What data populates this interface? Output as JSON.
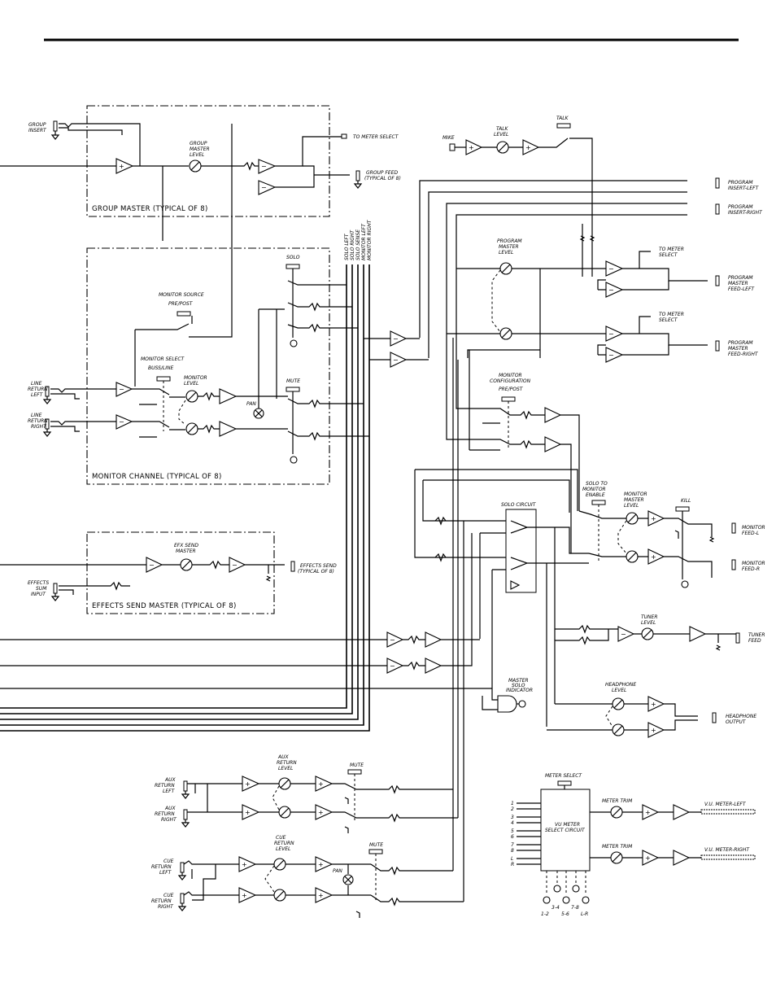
{
  "sections": {
    "group_master": "GROUP MASTER (TYPICAL OF 8)",
    "monitor_channel": "MONITOR CHANNEL (TYPICAL OF 8)",
    "effects_send_master": "EFFECTS SEND MASTER (TYPICAL OF 8)"
  },
  "labels": {
    "group_insert": [
      "GROUP",
      "INSERT"
    ],
    "group_master_level": [
      "GROUP",
      "MASTER",
      "LEVEL"
    ],
    "to_meter_select": "TO METER SELECT",
    "group_feed": [
      "GROUP FEED",
      "(TYPICAL OF 8)"
    ],
    "mike": "MIKE",
    "talk_level": [
      "TALK",
      "LEVEL"
    ],
    "talk": "TALK",
    "program_insert_left": [
      "PROGRAM",
      "INSERT-LEFT"
    ],
    "program_insert_right": [
      "PROGRAM",
      "INSERT-RIGHT"
    ],
    "bus_names": [
      "SOLO LEFT",
      "SOLO RIGHT",
      "SOLO SENSE",
      "MONITOR LEFT",
      "MONITOR RIGHT"
    ],
    "program_master_level": [
      "PROGRAM",
      "MASTER",
      "LEVEL"
    ],
    "to_meter_select_1": [
      "TO METER",
      "SELECT"
    ],
    "to_meter_select_2": [
      "TO METER",
      "SELECT"
    ],
    "program_master_feed_left": [
      "PROGRAM",
      "MASTER",
      "FEED-LEFT"
    ],
    "program_master_feed_right": [
      "PROGRAM",
      "MASTER",
      "FEED-RIGHT"
    ],
    "solo": "SOLO",
    "monitor_source": "MONITOR SOURCE",
    "pre_post": "PRE/POST",
    "monitor_select": "MONITOR SELECT",
    "buss_line": "BUSS/LINE",
    "monitor_level": [
      "MONITOR",
      "LEVEL"
    ],
    "line_return_left": [
      "LINE",
      "RETURN",
      "LEFT"
    ],
    "line_return_right": [
      "LINE",
      "RETURN",
      "RIGHT"
    ],
    "pan": "PAN",
    "mute": "MUTE",
    "monitor_configuration": [
      "MONITOR",
      "CONFIGURATION"
    ],
    "pre_post_2": "PRE/POST",
    "solo_to_monitor_enable": [
      "SOLO TO",
      "MONITOR",
      "ENABLE"
    ],
    "monitor_master_level": [
      "MONITOR",
      "MASTER",
      "LEVEL"
    ],
    "kill": "KILL",
    "solo_circuit": "SOLO CIRCUIT",
    "monitor_feed_l": [
      "MONITOR",
      "FEED-L"
    ],
    "monitor_feed_r": [
      "MONITOR",
      "FEED-R"
    ],
    "efx_send_master": [
      "EFX SEND",
      "MASTER"
    ],
    "effects_send": [
      "EFFECTS SEND",
      "(TYPICAL OF 8)"
    ],
    "effects_sum_input": [
      "EFFECTS",
      "SUM",
      "INPUT"
    ],
    "tuner_level": [
      "TUNER",
      "LEVEL"
    ],
    "tuner_feed": [
      "TUNER",
      "FEED"
    ],
    "master_solo_indicator": [
      "MASTER",
      "SOLO",
      "INDICATOR"
    ],
    "headphone_level": [
      "HEADPHONE",
      "LEVEL"
    ],
    "headphone_output": [
      "HEADPHONE",
      "OUTPUT"
    ],
    "aux_return_level": [
      "AUX",
      "RETURN",
      "LEVEL"
    ],
    "mute_aux": "MUTE",
    "aux_return_left": [
      "AUX",
      "RETURN",
      "LEFT"
    ],
    "aux_return_right": [
      "AUX",
      "RETURN",
      "RIGHT"
    ],
    "cue_return_level": [
      "CUE",
      "RETURN",
      "LEVEL"
    ],
    "mute_cue": "MUTE",
    "pan_cue": "PAN",
    "cue_return_left": [
      "CUE",
      "RETURN",
      "LEFT"
    ],
    "cue_return_right": [
      "CUE",
      "RETURN",
      "RIGHT"
    ],
    "meter_select": "METER SELECT",
    "vu_meter_select_circuit": [
      "VU METER",
      "SELECT CIRCUIT"
    ],
    "meter_trim_1": "METER TRIM",
    "meter_trim_2": "METER TRIM",
    "vu_meter_left": "V.U. METER-LEFT",
    "vu_meter_right": "V.U. METER-RIGHT",
    "meter_inputs": [
      "1",
      "2",
      "3",
      "4",
      "5",
      "6",
      "7",
      "8",
      "L",
      "R"
    ],
    "meter_leds": [
      "1-2",
      "3-4",
      "5-6",
      "7-8",
      "L-R"
    ]
  }
}
